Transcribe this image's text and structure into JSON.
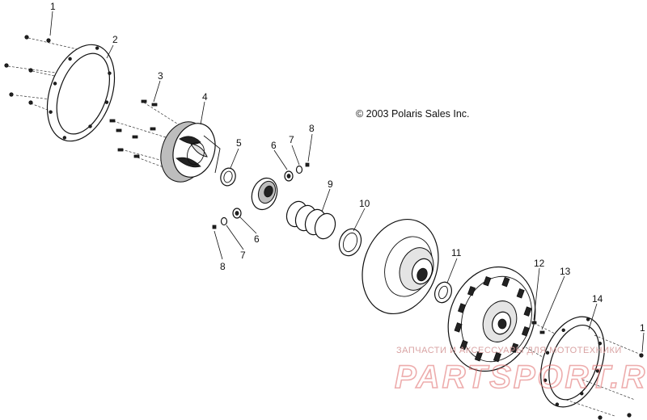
{
  "copyright": "© 2003 Polaris Sales Inc.",
  "watermark": {
    "small": "ЗАПЧАСТИ И АКСЕССУАРЫ ДЛЯ МОТОТЕХНИКИ",
    "big": "PARTSPORT.RU"
  },
  "callouts": {
    "c1a": "1",
    "c2": "2",
    "c3": "3",
    "c4": "4",
    "c5": "5",
    "c6a": "6",
    "c7a": "7",
    "c8a": "8",
    "c9": "9",
    "c10": "10",
    "c6b": "6",
    "c7b": "7",
    "c8b": "8",
    "c11": "11",
    "c12": "12",
    "c13": "13",
    "c14": "14",
    "c1b": "1"
  },
  "colors": {
    "line": "#111111",
    "watermark": "#e06a6a"
  }
}
